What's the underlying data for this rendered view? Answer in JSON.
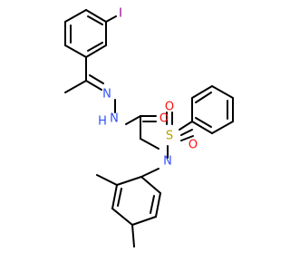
{
  "structure": {
    "atoms": {
      "iodine": {
        "text": "I",
        "color": "#940094"
      },
      "imine_n": {
        "text": "N",
        "color": "#3050F8"
      },
      "hydrazide_n": {
        "text": "N",
        "color": "#3050F8"
      },
      "hydrazide_h": {
        "text": "H",
        "color": "#3050F8"
      },
      "carbonyl_o": {
        "text": "O",
        "color": "#FF0D0D"
      },
      "sulfonamide_n": {
        "text": "N",
        "color": "#3050F8"
      },
      "sulfur": {
        "text": "S",
        "color": "#B8A000"
      },
      "sulfonyl_o_top": {
        "text": "O",
        "color": "#FF0D0D"
      },
      "sulfonyl_o_bottom": {
        "text": "O",
        "color": "#FF0D0D"
      }
    },
    "bond_color": "#000000"
  }
}
